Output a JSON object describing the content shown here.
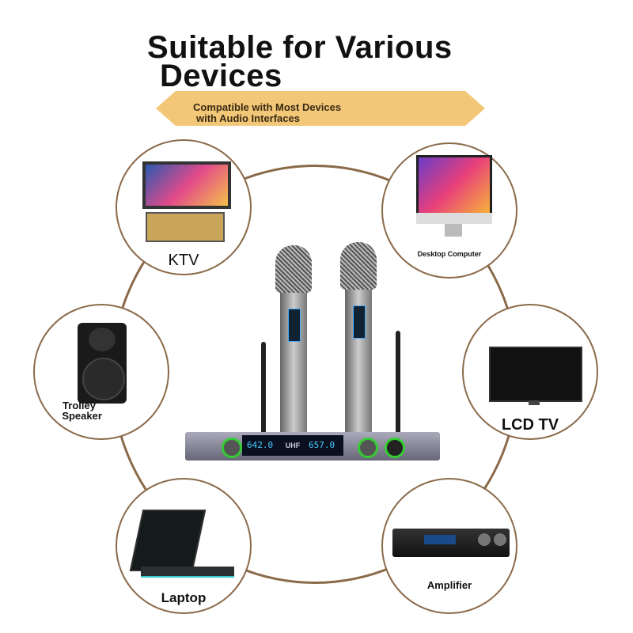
{
  "title": {
    "line1": "Suitable for Various",
    "line2": "Devices"
  },
  "banner": {
    "line1": "Compatible with Most Devices",
    "line2": "with Audio Interfaces",
    "color": "#f2c778"
  },
  "devices": [
    {
      "label": "KTV"
    },
    {
      "label": "Desktop Computer"
    },
    {
      "label": "Trolley",
      "label2": "Speaker"
    },
    {
      "label": "LCD TV"
    },
    {
      "label": "Laptop"
    },
    {
      "label": "Amplifier"
    }
  ],
  "receiver": {
    "freq1": "642.0",
    "freq2": "657.0",
    "center": "UHF"
  },
  "accent": "#8b6a4a"
}
